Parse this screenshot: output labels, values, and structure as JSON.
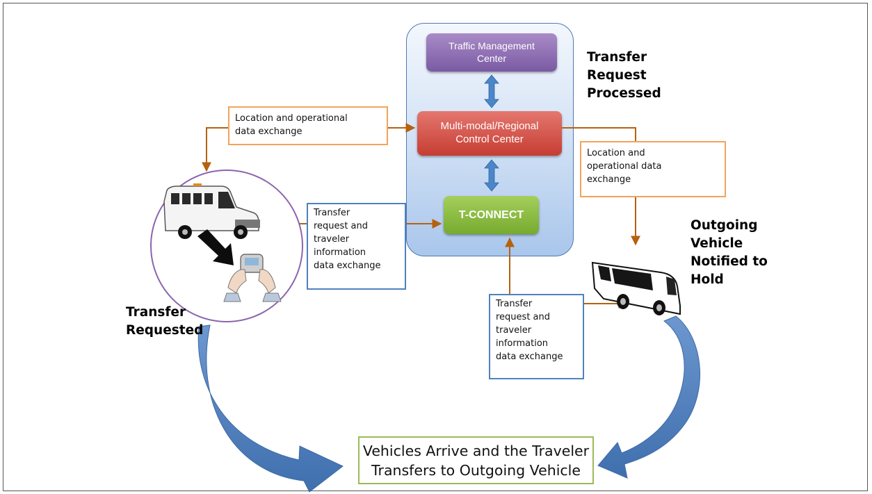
{
  "nodes": {
    "tmc": [
      "Traffic Management",
      "Center"
    ],
    "mmrc": [
      "Multi-modal/Regional",
      "Control Center"
    ],
    "tconnect": "T-CONNECT"
  },
  "info_boxes": {
    "location_left": [
      "Location and operational",
      "data exchange"
    ],
    "location_right": [
      "Location and",
      "operational data",
      "exchange"
    ],
    "transfer_left": [
      "Transfer",
      "request and",
      "traveler",
      "information",
      "data exchange"
    ],
    "transfer_mid": [
      "Transfer",
      "request and",
      "traveler",
      "information",
      "data exchange"
    ]
  },
  "headings": {
    "processed": [
      "Transfer",
      "Request",
      "Processed"
    ],
    "outgoing": [
      "Outgoing",
      "Vehicle",
      "Notified to",
      "Hold"
    ],
    "requested": [
      "Transfer",
      "Requested"
    ]
  },
  "final": [
    "Vehicles Arrive and the Traveler",
    "Transfers  to Outgoing Vehicle"
  ],
  "colors": {
    "flow_arrow": "#b5610f",
    "curved_arrow": "#4f81bd",
    "double_arrow": "#4a86c8",
    "tmc": "#8064a2",
    "mmrc": "#c0504d",
    "tconnect": "#8db33e",
    "orange_border": "#f2a45a",
    "blue_border": "#4f81bd",
    "green_border": "#9bbb59",
    "circle_border": "#8c64ad"
  },
  "icons": [
    "shuttle-bus-icon",
    "handheld-device-icon",
    "transit-bus-icon",
    "pointing-arrow-icon"
  ]
}
